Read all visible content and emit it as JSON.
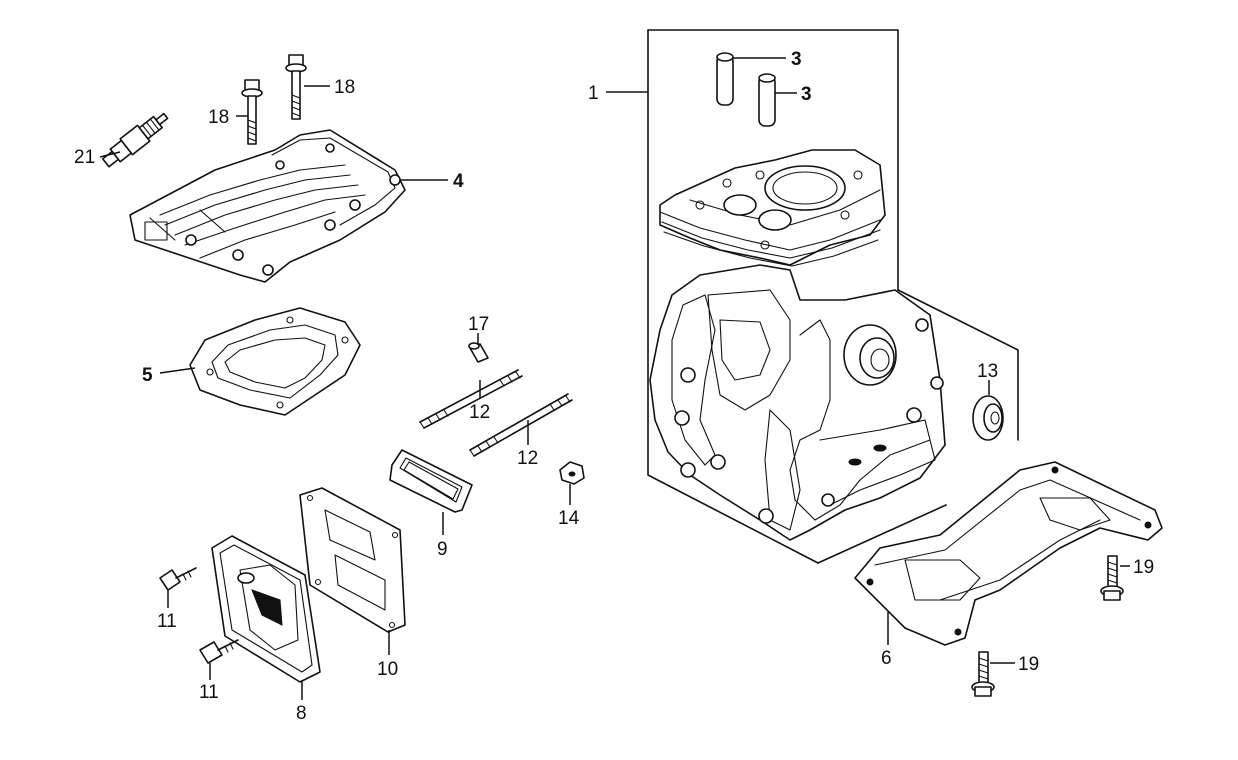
{
  "callouts": [
    {
      "id": "c1",
      "text": "1"
    },
    {
      "id": "c3a",
      "text": "3"
    },
    {
      "id": "c3b",
      "text": "3"
    },
    {
      "id": "c4",
      "text": "4"
    },
    {
      "id": "c5",
      "text": "5"
    },
    {
      "id": "c6",
      "text": "6"
    },
    {
      "id": "c8",
      "text": "8"
    },
    {
      "id": "c9",
      "text": "9"
    },
    {
      "id": "c10",
      "text": "10"
    },
    {
      "id": "c11a",
      "text": "11"
    },
    {
      "id": "c11b",
      "text": "11"
    },
    {
      "id": "c12a",
      "text": "12"
    },
    {
      "id": "c12b",
      "text": "12"
    },
    {
      "id": "c13",
      "text": "13"
    },
    {
      "id": "c14",
      "text": "14"
    },
    {
      "id": "c17",
      "text": "17"
    },
    {
      "id": "c18a",
      "text": "18"
    },
    {
      "id": "c18b",
      "text": "18"
    },
    {
      "id": "c19a",
      "text": "19"
    },
    {
      "id": "c19b",
      "text": "19"
    },
    {
      "id": "c21",
      "text": "21"
    }
  ]
}
